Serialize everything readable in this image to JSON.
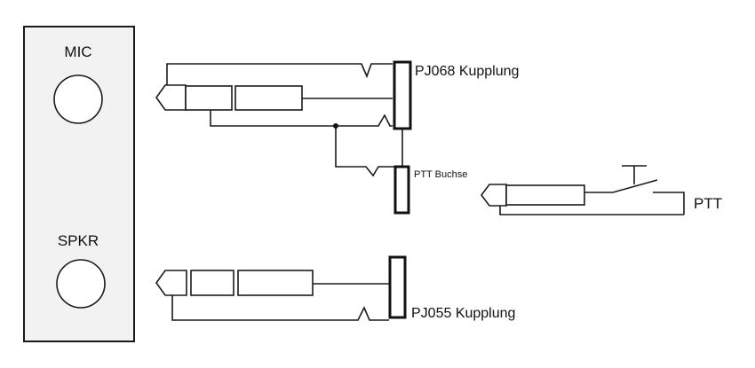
{
  "panel": {
    "mic_label": "MIC",
    "spkr_label": "SPKR"
  },
  "connectors": {
    "pj068_label": "PJ068 Kupplung",
    "ptt_jack_label": "PTT Buchse",
    "ptt_label": "PTT",
    "pj055_label": "PJ055 Kupplung"
  }
}
